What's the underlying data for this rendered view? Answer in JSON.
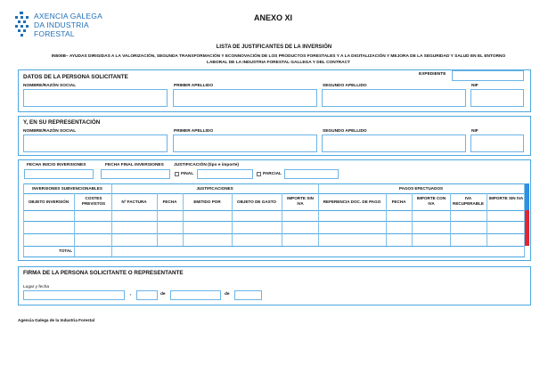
{
  "header": {
    "logo_lines": [
      "AXENCIA GALEGA",
      "DA INDUSTRIA",
      "FORESTAL"
    ],
    "annex": "ANEXO XI",
    "title": "LISTA DE JUSTIFICANTES DE LA INVERSIÓN",
    "subtitle_1": "IN500B– AYUDAS DIRIGIDAS A LA VALORIZACIÓN, SEGUNDA TRANSFORMACIÓN Y ECONNOVACIÓN DE LOS PRODUCTOS FORESTALES Y A LA DIGITALIZACIÓN Y MEJORA DE LA SEGURIDAD Y SALUD EN EL ENTORNO",
    "subtitle_2": "LABORAL DE LA INDUSTRIA FORESTAL GALLEGA Y DEL CONTRACT"
  },
  "applicant": {
    "title": "DATOS DE LA PERSONA SOLICITANTE",
    "expediente": "EXPEDIENTE",
    "name": "NOMBRE/RAZÓN SOCIAL",
    "surname1": "PRIMER APELLIDO",
    "surname2": "SEGUNDO APELLIDO",
    "nif": "NIF"
  },
  "representative": {
    "title": "Y, EN SU REPRESENTACIÓN",
    "name": "NOMBRE/RAZÓN SOCIAL",
    "surname1": "PRIMER APELLIDO",
    "surname2": "SEGUNDO APELLIDO",
    "nif": "NIF"
  },
  "investments": {
    "start_date": "FECHA INICIO INVERSIONES",
    "end_date": "FECHA FINAL INVERSIONES",
    "justification": "JUSTIFICACIÓN (tipo e importe)",
    "final": "FINAL",
    "parcial": "PARCIAL",
    "group_subsidized": "INVERSIONES SUBVENCIONABLES",
    "group_justifications": "JUSTIFICACIONES",
    "group_payments": "PAGOS EFECTUADOS",
    "columns": [
      "OBJETO INVERSIÓN",
      "COSTES PREVISTOS",
      "Nº FACTURA",
      "FECHA",
      "EMITIDO POR",
      "OBJETO DE GASTO",
      "IMPORTE SIN IVA",
      "REFERENCIA DOC. DE PAGO",
      "FECHA",
      "IMPORTE CON IVA",
      "IVA RECUPERABLE",
      "IMPORTE SIN IVA"
    ],
    "total": "TOTAL"
  },
  "signature": {
    "title": "FIRMA DE LA PERSONA SOLICITANTE O REPRESENTANTE",
    "place_date": "Lugar y fecha",
    "comma": ",",
    "de1": "de",
    "de2": "de"
  },
  "footer": "Agencia Galega de la Industria Forestal",
  "colors": {
    "border": "#4ba7e0",
    "logo": "#1f6fb8",
    "marker_blue": "#2f8fe0",
    "marker_red": "#e0262f"
  }
}
